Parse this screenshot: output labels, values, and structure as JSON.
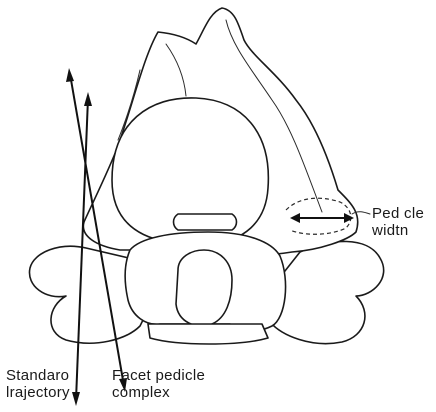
{
  "labels": {
    "standard_line1": "Standaro",
    "standard_line2": "lrajectory",
    "facet_line1": "Facet pedicle",
    "facet_line2": "complex",
    "pedicle_line1": "Ped cle",
    "pedicle_line2": "widtn"
  },
  "colors": {
    "ink": "#1a1a1a",
    "background": "#ffffff"
  }
}
